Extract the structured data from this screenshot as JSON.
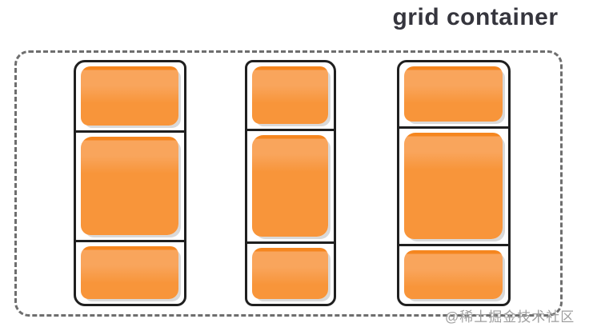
{
  "title": "grid container",
  "watermark": "@稀土掘金技术社区",
  "diagram": {
    "type": "css-grid-illustration",
    "container_label": "grid container",
    "container_border_style": "dashed",
    "column_count": 3,
    "rows_per_column": 3,
    "row_pattern": [
      "short",
      "tall",
      "short"
    ],
    "item_count": 9,
    "colors": {
      "item_fill": "#F8953A",
      "item_highlight": "#F9A55C",
      "item_top_edge": "#F5861F",
      "column_outline": "#1F1F1F",
      "container_dash": "#6E6E6E",
      "item_shadow": "#D9D9D9",
      "title_text": "#35353D",
      "watermark_text": "#9E9E9E",
      "background": "#FFFFFF"
    }
  }
}
